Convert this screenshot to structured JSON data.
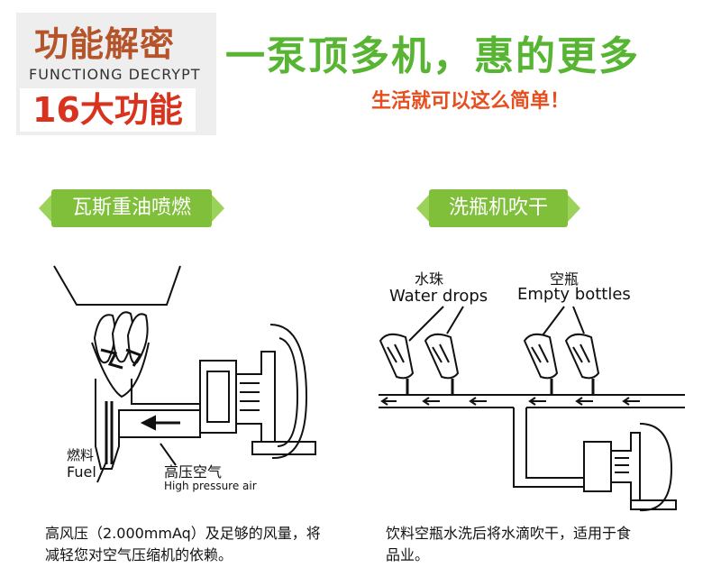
{
  "header": {
    "title": "功能解密",
    "subtitle": "FUNCTIONG DECRYPT",
    "count_label": "16大功能"
  },
  "slogan": "一泵顶多机，惠的更多",
  "tagline": "生活就可以这么简单！",
  "colors": {
    "brand_brown": "#b5542a",
    "green": "#58b533",
    "orange_red": "#e64d1f",
    "pill_green": "#7fbf3a"
  },
  "panels": {
    "left": {
      "tag": "瓦斯重油喷燃",
      "fuel_cn": "燃料",
      "fuel_en": "Fuel",
      "air_cn": "高压空气",
      "air_en": "High pressure air",
      "caption_line1": "高风压（2.000mmAq）及足够的风量，将",
      "caption_line2": "减轻您对空气压缩机的依赖。"
    },
    "right": {
      "tag": "洗瓶机吹干",
      "drops_cn": "水珠",
      "drops_en": "Water drops",
      "bottles_cn": "空瓶",
      "bottles_en": "Empty bottles",
      "caption_line1": "饮料空瓶水洗后将水滴吹干，适用于食",
      "caption_line2": "品业。"
    }
  }
}
